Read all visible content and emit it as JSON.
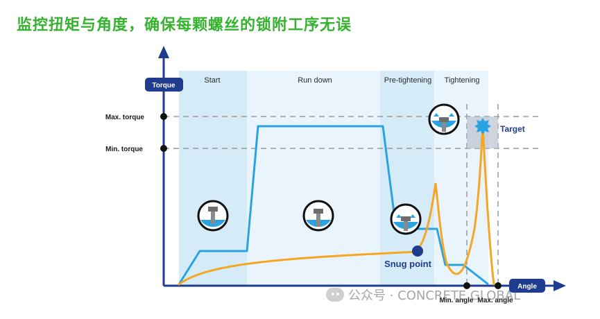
{
  "title": "监控扭矩与角度，确保每颗螺丝的锁附工序无误",
  "axes": {
    "y_label": "Torque",
    "x_label": "Angle",
    "y_ticks": [
      "Max. torque",
      "Min. torque"
    ],
    "x_ticks": [
      "Min. angle",
      "Max. angle"
    ]
  },
  "phases": [
    "Start",
    "Run down",
    "Pre-tightening",
    "Tightening"
  ],
  "annotations": {
    "snug_point": "Snug point",
    "target": "Target"
  },
  "icons": [
    "bolt-start-icon",
    "bolt-run-down-icon",
    "bolt-pre-tightening-icon",
    "bolt-tightening-icon",
    "target-burst-icon"
  ],
  "colors": {
    "title": "#35b32f",
    "axis": "#1f3c8f",
    "torque_curve_blue": "#2aa3e0",
    "torque_curve_orange": "#f5a623",
    "phase_fill_light": "#eaf4fc",
    "phase_fill_mid": "#d6ebf8"
  },
  "watermark": "公众号 · CONCRETE GLOBAL"
}
